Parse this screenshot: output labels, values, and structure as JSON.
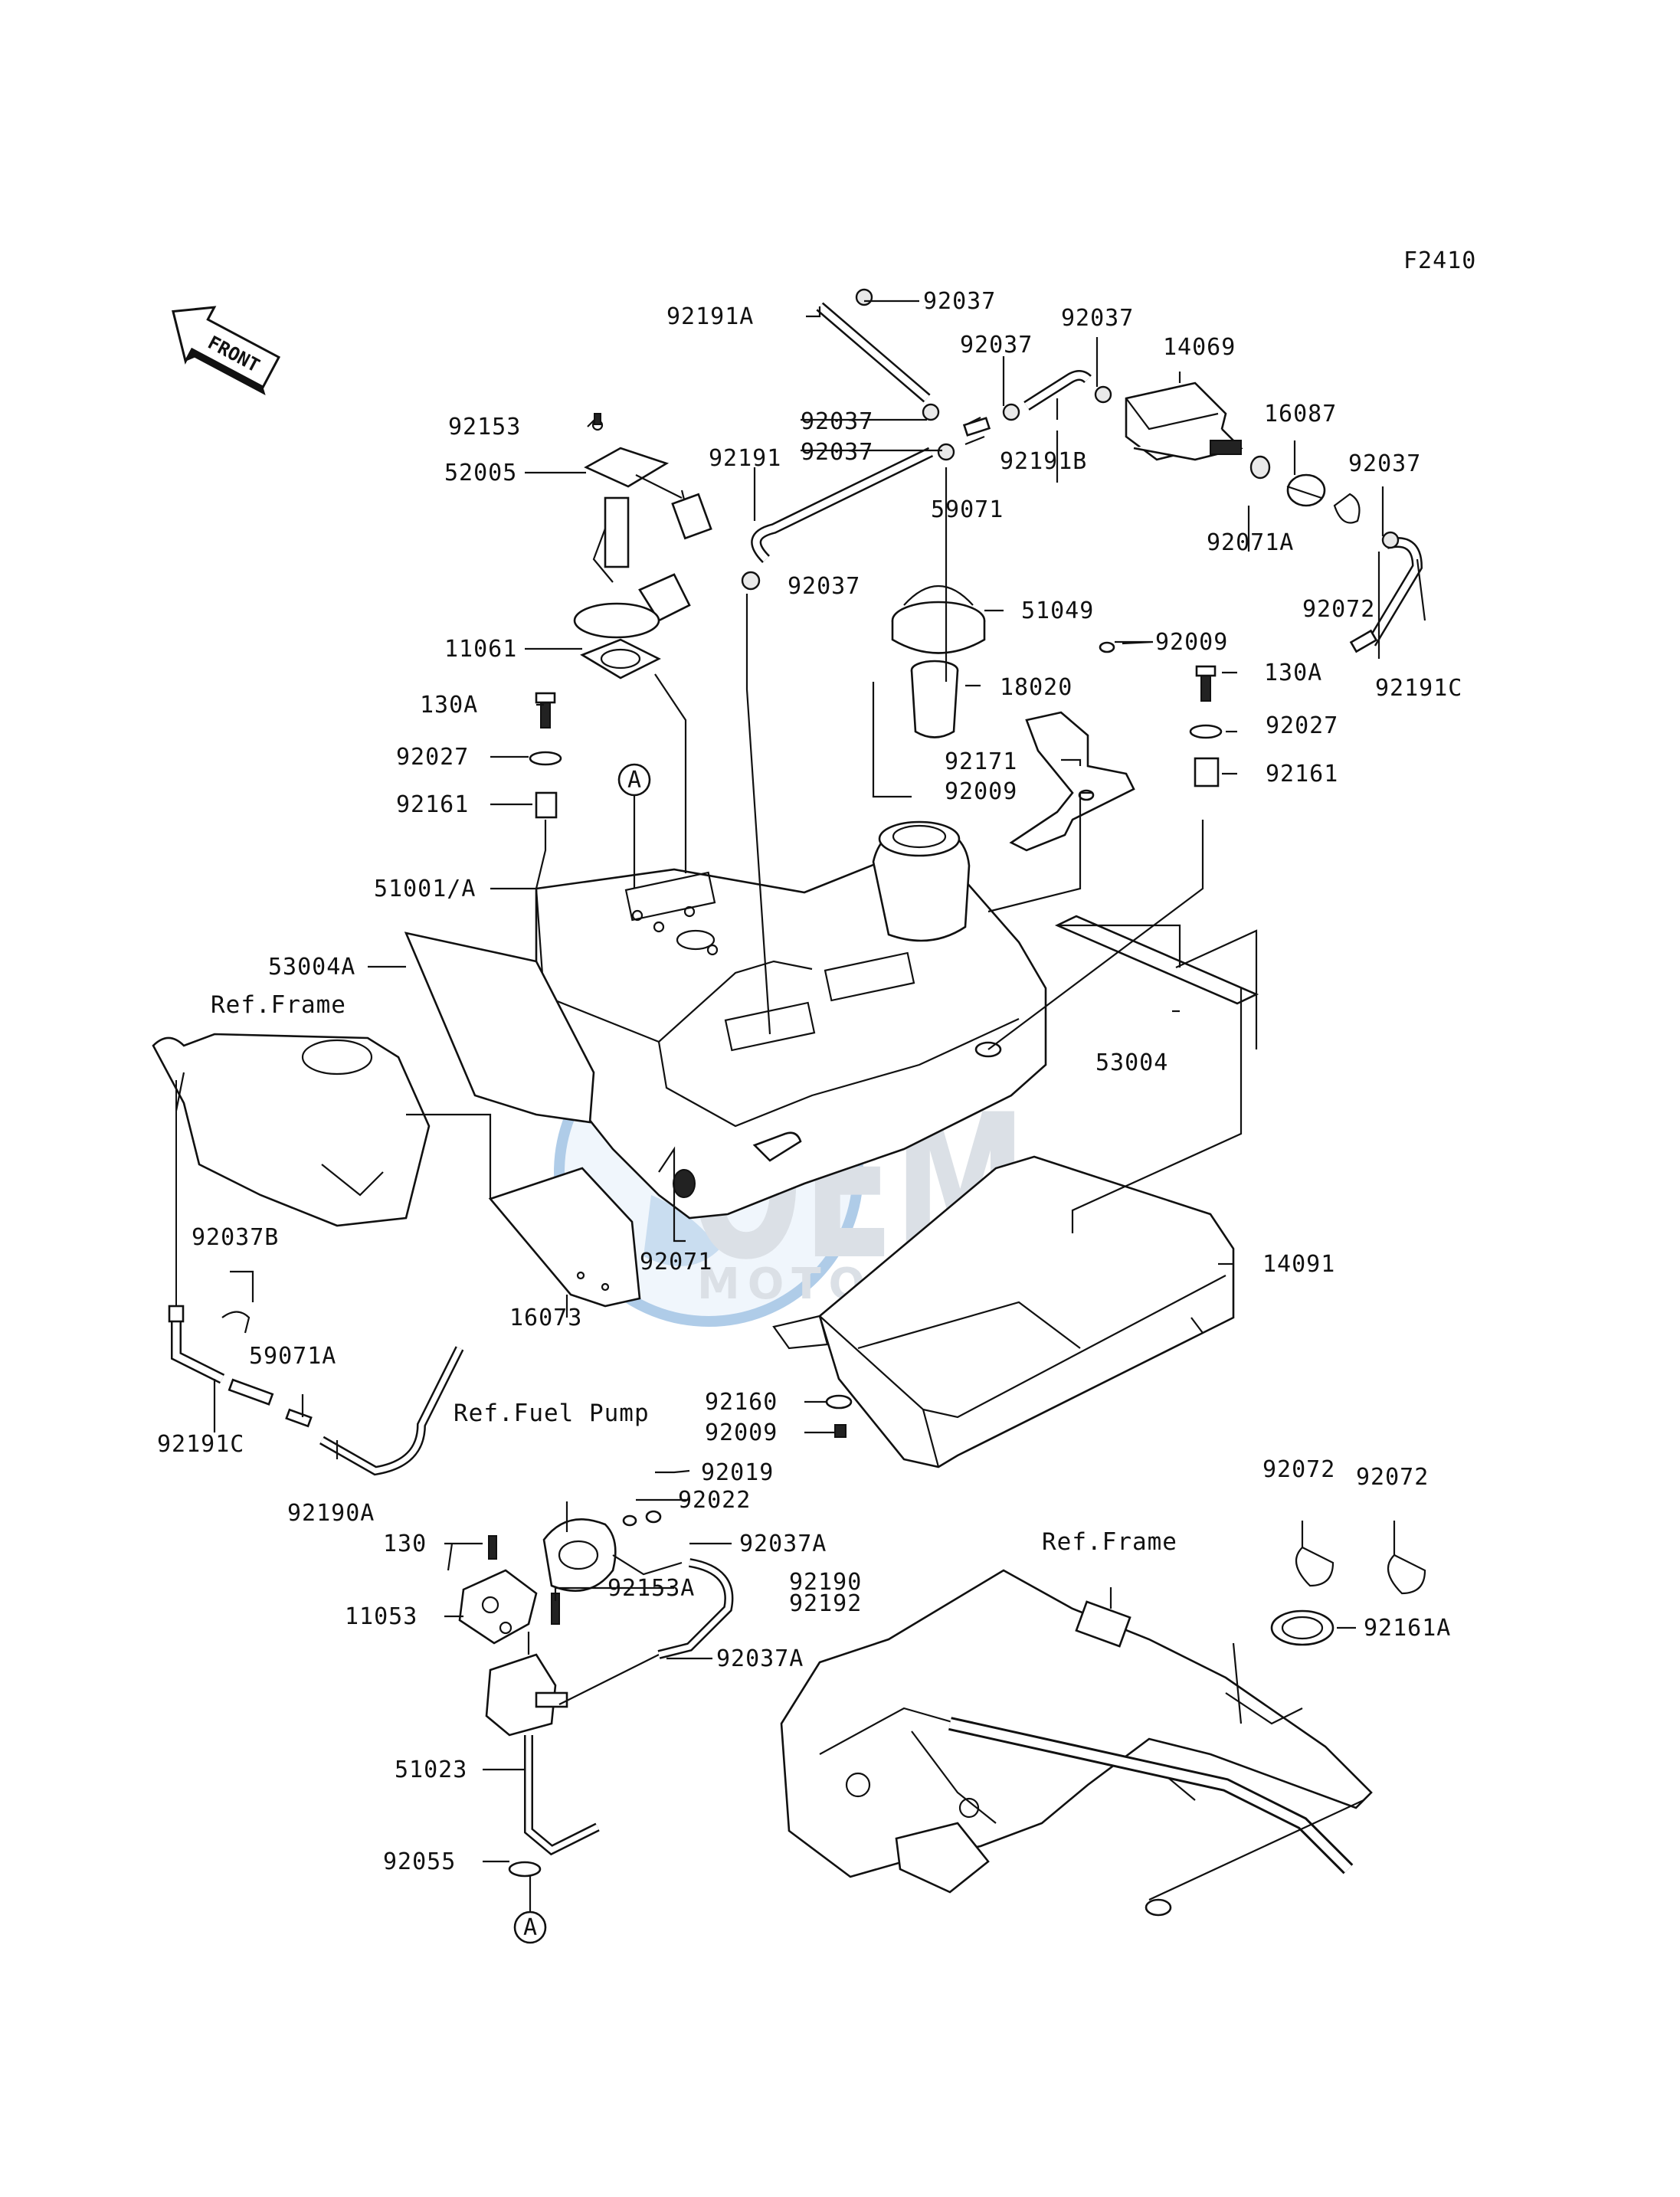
{
  "diagram_id": "F2410",
  "front_badge": "FRONT",
  "watermark": {
    "brand": "OEM",
    "tagline": "MOTORPARTS",
    "color": "#1e6fc0"
  },
  "callout_A": "A",
  "references": {
    "frame_top": "Ref.Frame",
    "fuel_pump": "Ref.Fuel Pump",
    "frame_bottom": "Ref.Frame"
  },
  "parts": {
    "p92191A": "92191A",
    "p92037_a": "92037",
    "p92037_b": "92037",
    "p92037_c": "92037",
    "p14069": "14069",
    "p16087": "16087",
    "p92037_d": "92037",
    "p92153": "92153",
    "p52005": "52005",
    "p92037_e": "92037",
    "p92037_f": "92037",
    "p92191": "92191",
    "p92191B": "92191B",
    "p59071": "59071",
    "p92071A": "92071A",
    "p92037_g": "92037",
    "p51049": "51049",
    "p92072_a": "92072",
    "p92191C_a": "92191C",
    "p92009_a": "92009",
    "p11061": "11061",
    "p130A_a": "130A",
    "p18020": "18020",
    "p130A_b": "130A",
    "p92027_a": "92027",
    "p92027_b": "92027",
    "p92171": "92171",
    "p92161_a": "92161",
    "p92161_b": "92161",
    "p92009_b": "92009",
    "p51001A": "51001/A",
    "p53004A": "53004A",
    "p53004": "53004",
    "p92071": "92071",
    "p16073": "16073",
    "p14091": "14091",
    "p92037B": "92037B",
    "p59071A": "59071A",
    "p92191C_b": "92191C",
    "p92190A": "92190A",
    "p92160": "92160",
    "p92009_c": "92009",
    "p92019": "92019",
    "p92022": "92022",
    "p130": "130",
    "p92037A_a": "92037A",
    "p92190": "92190",
    "p92192": "92192",
    "p92153A": "92153A",
    "p11053": "11053",
    "p92037A_b": "92037A",
    "p51023": "51023",
    "p92055": "92055",
    "p92072_b": "92072",
    "p92072_c": "92072",
    "p92161A": "92161A"
  }
}
